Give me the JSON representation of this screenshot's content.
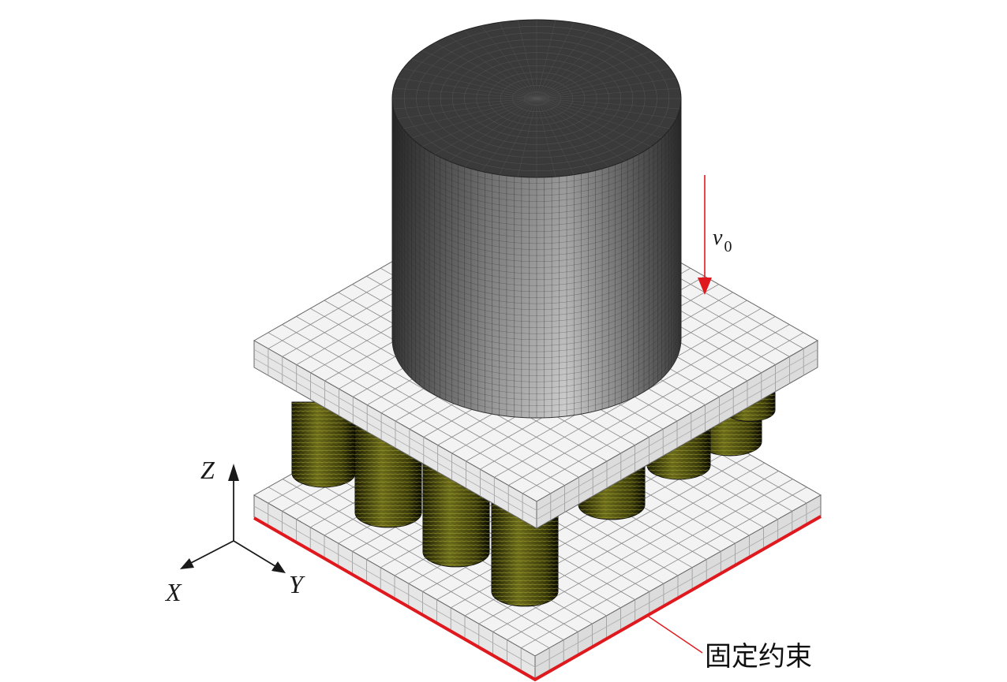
{
  "axes": {
    "x_label": "X",
    "y_label": "Y",
    "z_label": "Z"
  },
  "velocity": {
    "symbol": "v",
    "subscript": "0"
  },
  "constraint_label": "固定约束",
  "colors": {
    "accent_red": "#e0191e",
    "column_olive": "#5a5a12",
    "cylinder_dark": "#2e2e2e",
    "plate_face": "#f2f2f2",
    "mesh_line": "#777777"
  }
}
